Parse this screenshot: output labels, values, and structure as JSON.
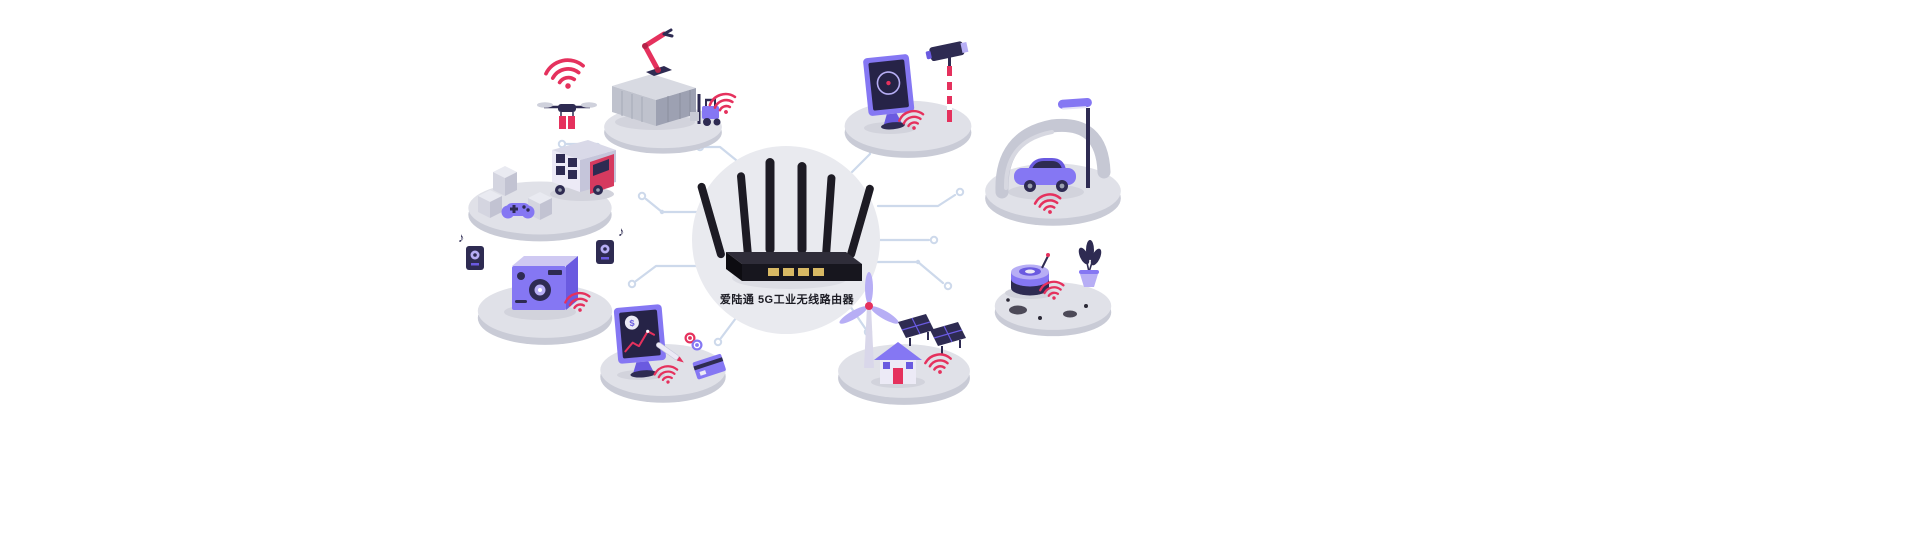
{
  "scene": {
    "router_label": "爱陆通 5G工业无线路由器"
  },
  "icons": {
    "dollar": "$",
    "music_note": "♪",
    "wifi": "wifi-signal-arcs"
  },
  "colors": {
    "background": "#ffffff",
    "accent_pink": "#e5315d",
    "purple": "#8577f3",
    "purple_dark": "#6a5ae0",
    "purple_pale": "#b7aef5",
    "navy": "#2e2b52",
    "platform_top": "#e0e1e8",
    "platform_rim": "#c9cbd6",
    "center_circle": "#e9eaef",
    "circuit_line": "#cdd9eb",
    "router_body": "#17161e",
    "truck_red": "#d63a5f"
  },
  "center": {
    "name": "5g-industrial-router",
    "antenna_count": 6
  },
  "nodes": [
    {
      "name": "smart-logistics",
      "elements": [
        "wifi-icon",
        "delivery-drone",
        "cargo-truck",
        "parcel-boxes",
        "game-controller"
      ]
    },
    {
      "name": "smart-factory",
      "elements": [
        "container-warehouse",
        "robotic-arm",
        "forklift",
        "wifi-icon"
      ]
    },
    {
      "name": "video-surveillance",
      "elements": [
        "monitor-screen",
        "cctv-camera",
        "wifi-icon"
      ]
    },
    {
      "name": "smart-parking",
      "elements": [
        "garage-wall",
        "street-lamp",
        "car",
        "wifi-icon"
      ]
    },
    {
      "name": "smart-agriculture",
      "elements": [
        "iot-sensor",
        "potted-plant",
        "rocks",
        "wifi-icon"
      ]
    },
    {
      "name": "smart-energy",
      "elements": [
        "wind-turbine",
        "solar-panels",
        "house",
        "wifi-icon"
      ]
    },
    {
      "name": "finance-dashboard",
      "elements": [
        "chart-monitor",
        "pen",
        "coins",
        "bank-card",
        "wifi-icon"
      ]
    },
    {
      "name": "smart-audio",
      "elements": [
        "speaker-system",
        "mini-speaker-left",
        "mini-speaker-right",
        "music-notes",
        "wifi-icon"
      ]
    }
  ]
}
